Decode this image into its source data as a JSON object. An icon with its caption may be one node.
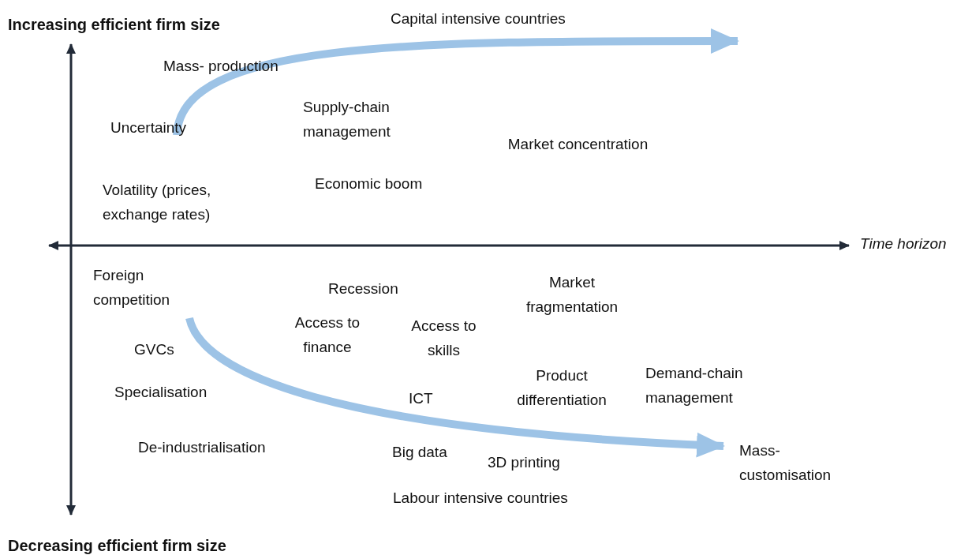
{
  "diagram": {
    "nodes": [
      {
        "text": [
          "Uncertainty"
        ]
      },
      {
        "text": [
          "Foreign competition"
        ]
      },
      {
        "text": [
          "Mass- customisation"
        ]
      }
    ],
    "edges": [
      {
        "from": 0,
        "to": null,
        "arrow": "to"
      },
      {
        "from": 1,
        "to": 2,
        "arrow": "to"
      }
    ],
    "labels": [
      "Increasing efficient firm size",
      "Capital intensive countries",
      "Mass- production",
      "Supply-chain management",
      "Market concentration",
      "Volatility (prices, exchange rates)",
      "Economic boom",
      "Time horizon",
      "Recession",
      "Market fragmentation",
      "Access to finance",
      "Access to skills",
      "GVCs",
      "Product differentiation",
      "Demand-chain management",
      "Specialisation",
      "ICT",
      "De-industrialisation",
      "Big data",
      "3D printing",
      "Labour intensive countries",
      "Decreasing efficient  firm size"
    ]
  }
}
